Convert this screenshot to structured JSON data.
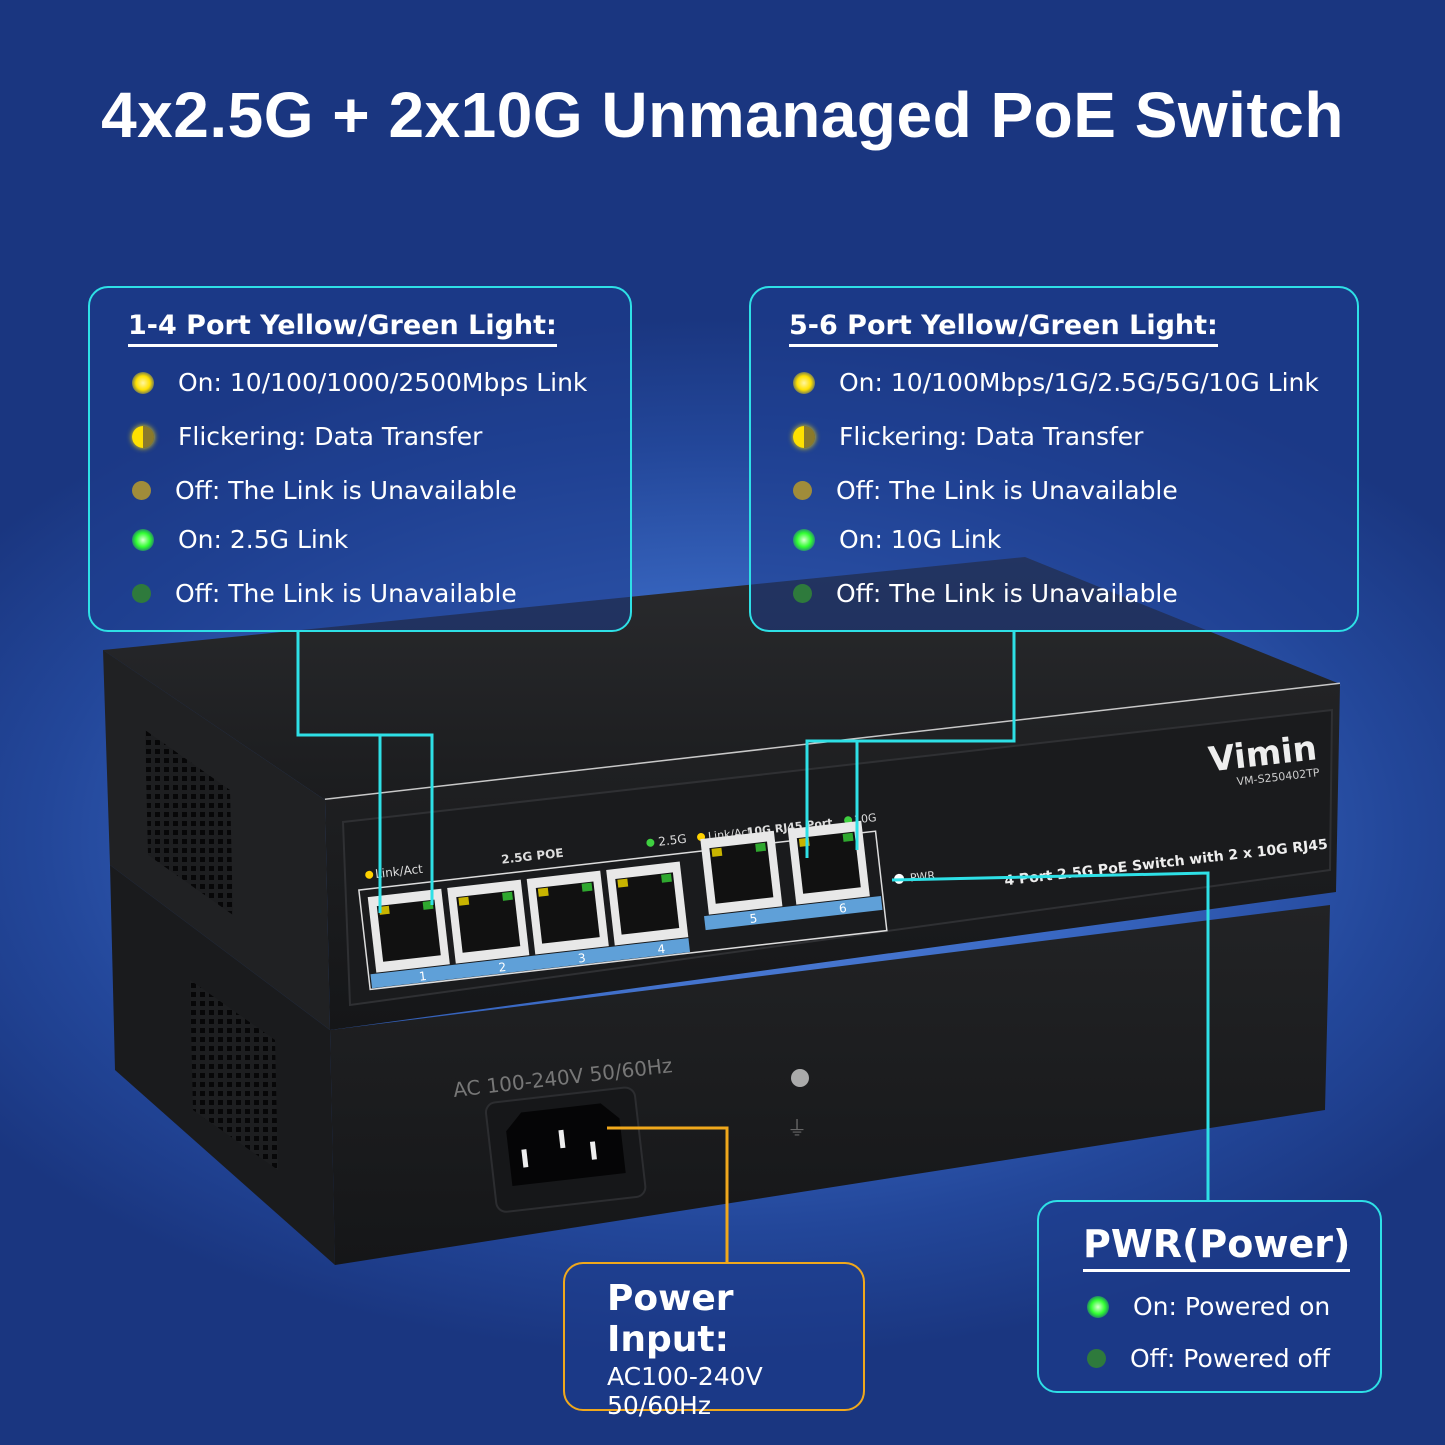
{
  "title": "4x2.5G + 2x10G Unmanaged PoE Switch",
  "left_panel": {
    "heading": "1-4 Port Yellow/Green Light:",
    "items": [
      {
        "icon": "yellow-led-on",
        "label": "On: 10/100/1000/2500Mbps Link"
      },
      {
        "icon": "yellow-led-flicker",
        "label": "Flickering: Data Transfer"
      },
      {
        "icon": "yellow-led-off",
        "label": "Off: The Link is Unavailable"
      },
      {
        "icon": "green-led-on",
        "label": "On: 2.5G Link"
      },
      {
        "icon": "green-led-off",
        "label": "Off: The Link is Unavailable"
      }
    ]
  },
  "right_panel": {
    "heading": "5-6 Port Yellow/Green Light:",
    "items": [
      {
        "icon": "yellow-led-on",
        "label": "On: 10/100Mbps/1G/2.5G/5G/10G Link"
      },
      {
        "icon": "yellow-led-flicker",
        "label": "Flickering: Data Transfer"
      },
      {
        "icon": "yellow-led-off",
        "label": "Off: The Link is Unavailable"
      },
      {
        "icon": "green-led-on",
        "label": "On: 10G Link"
      },
      {
        "icon": "green-led-off",
        "label": "Off: The Link is Unavailable"
      }
    ]
  },
  "power_input": {
    "heading": "Power Input:",
    "line1": "AC100-240V",
    "line2": "50/60Hz"
  },
  "pwr_panel": {
    "heading": "PWR(Power)",
    "items": [
      {
        "icon": "green-led-on",
        "label": "On: Powered on"
      },
      {
        "icon": "green-led-off",
        "label": "Off: Powered off"
      }
    ]
  },
  "device": {
    "brand": "Vimin",
    "model": "VM-S250402TP",
    "description": "4 Port 2.5G PoE Switch with 2 x 10G RJ45",
    "label_link_act": "Link/Act",
    "label_poe": "2.5G POE",
    "label_25g": "2.5G",
    "label_link_act2": "Link/Act",
    "label_10g_port": "10G RJ45 Port",
    "label_10g": "10G",
    "label_pwr": "PWR",
    "ports": [
      "1",
      "2",
      "3",
      "4",
      "5",
      "6"
    ],
    "power_label": "AC 100-240V 50/60Hz"
  },
  "colors": {
    "callout": "#2ee0e6",
    "power_callout": "#f0a81c",
    "background": "#2a55b0"
  }
}
